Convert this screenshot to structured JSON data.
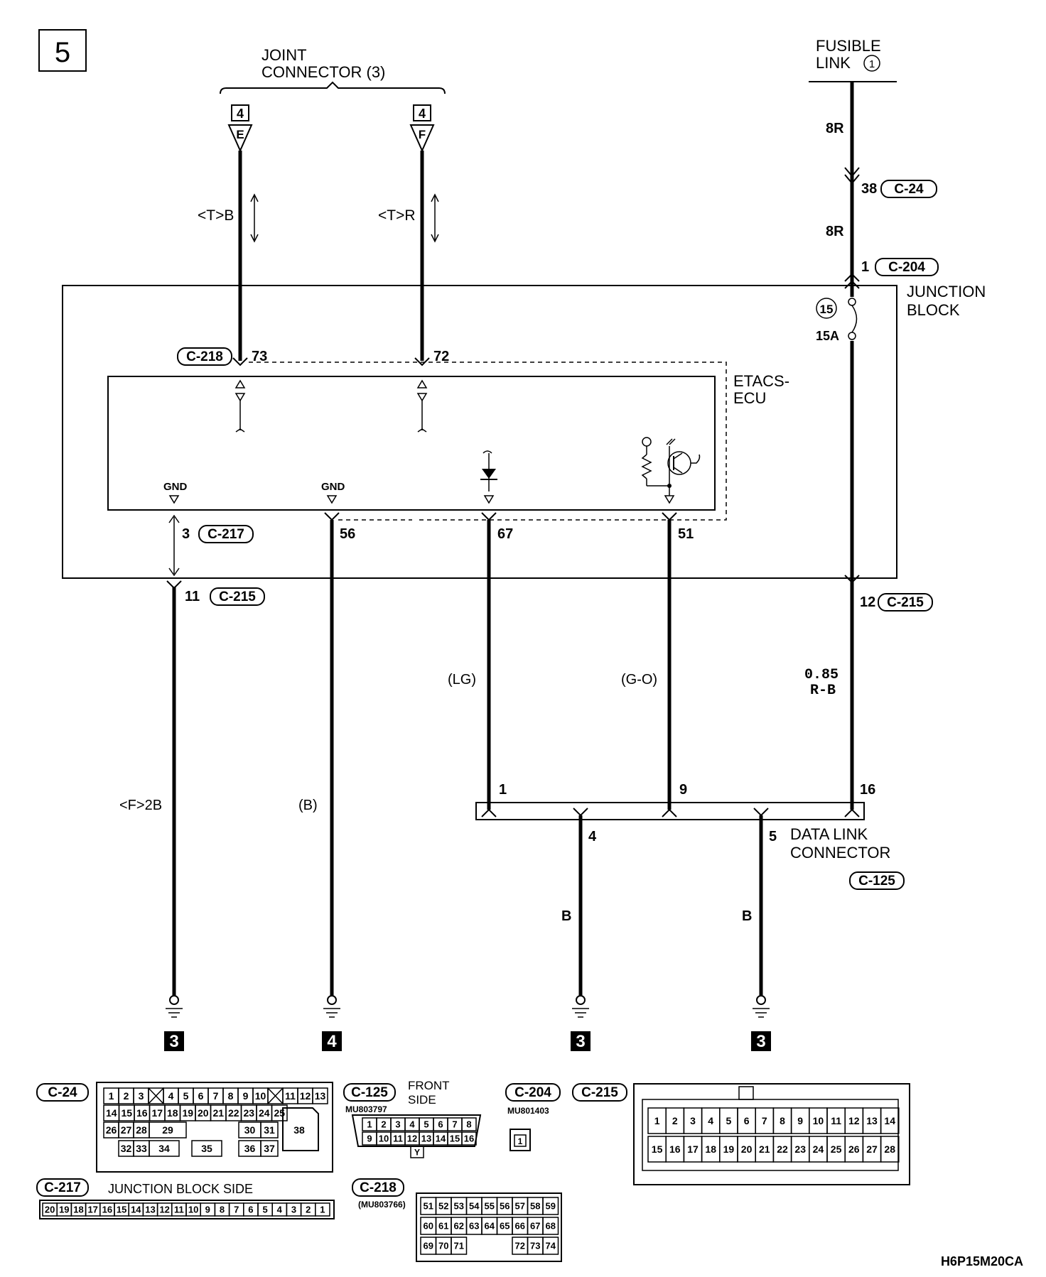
{
  "page_label": "5",
  "joint_connector": {
    "title_line1": "JOINT",
    "title_line2": "CONNECTOR (3)",
    "pin_left_ref": "4",
    "pin_left_letter": "E",
    "pin_right_ref": "4",
    "pin_right_letter": "F"
  },
  "fusible_link": {
    "line1": "FUSIBLE",
    "line2": "LINK",
    "num": "1"
  },
  "wires": {
    "w8r_top": "8R",
    "w8r_mid": "8R",
    "pin38": "38",
    "conn_c24": "C-24",
    "pin1": "1",
    "conn_c204": "C-204",
    "tb": "<T>B",
    "tr": "<T>R",
    "lg": "(LG)",
    "go": "(G-O)",
    "r085_a": "0.85",
    "r085_b": "R-B",
    "f2b": "<F>2B",
    "b_paren": "(B)",
    "b1": "B",
    "b2": "B"
  },
  "junction_block": {
    "line1": "JUNCTION",
    "line2": "BLOCK",
    "fuse_num": "15",
    "fuse_rating": "15A"
  },
  "etacs": {
    "line1": "ETACS-",
    "line2": "ECU",
    "gnd1": "GND",
    "gnd2": "GND"
  },
  "pins": {
    "c218": "C-218",
    "p73": "73",
    "p72": "72",
    "p3": "3",
    "c217": "C-217",
    "p56": "56",
    "p67": "67",
    "p51": "51",
    "p11": "11",
    "c215a": "C-215",
    "p12": "12",
    "c215b": "C-215",
    "d1": "1",
    "d9": "9",
    "d16": "16",
    "d4": "4",
    "d5": "5"
  },
  "dlc": {
    "line1": "DATA LINK",
    "line2": "CONNECTOR",
    "conn": "C-125"
  },
  "grounds": [
    "3",
    "4",
    "3",
    "3"
  ],
  "connector_views": {
    "c24": {
      "label": "C-24",
      "row1": [
        "1",
        "2",
        "3",
        "",
        "4",
        "5",
        "6",
        "7",
        "8",
        "9",
        "10",
        "",
        "11",
        "12",
        "13"
      ],
      "row2": [
        "14",
        "15",
        "16",
        "17",
        "18",
        "19",
        "20",
        "21",
        "22",
        "23",
        "24",
        "25"
      ],
      "row3": [
        "26",
        "27",
        "28",
        "29",
        "30",
        "31"
      ],
      "row4": [
        "32",
        "33",
        "34",
        "35",
        "36",
        "37"
      ],
      "big": "38"
    },
    "c125": {
      "label": "C-125",
      "side1": "FRONT",
      "side2": "SIDE",
      "part": "MU803797",
      "row1": [
        "1",
        "2",
        "3",
        "4",
        "5",
        "6",
        "7",
        "8"
      ],
      "row2": [
        "9",
        "10",
        "11",
        "12",
        "13",
        "14",
        "15",
        "16"
      ],
      "key": "Y"
    },
    "c204": {
      "label": "C-204",
      "part": "MU801403",
      "pin": "1"
    },
    "c215": {
      "label": "C-215",
      "row1": [
        "1",
        "2",
        "3",
        "4",
        "5",
        "6",
        "7",
        "8",
        "9",
        "10",
        "11",
        "12",
        "13",
        "14"
      ],
      "row2": [
        "15",
        "16",
        "17",
        "18",
        "19",
        "20",
        "21",
        "22",
        "23",
        "24",
        "25",
        "26",
        "27",
        "28"
      ]
    },
    "c217": {
      "label": "C-217",
      "caption": "JUNCTION BLOCK SIDE",
      "row": [
        "20",
        "19",
        "18",
        "17",
        "16",
        "15",
        "14",
        "13",
        "12",
        "11",
        "10",
        "9",
        "8",
        "7",
        "6",
        "5",
        "4",
        "3",
        "2",
        "1"
      ]
    },
    "c218": {
      "label": "C-218",
      "part": "(MU803766)",
      "row1": [
        "51",
        "52",
        "53",
        "54",
        "55",
        "56",
        "57",
        "58",
        "59"
      ],
      "row2": [
        "60",
        "61",
        "62",
        "63",
        "64",
        "65",
        "66",
        "67",
        "68"
      ],
      "row3": [
        "69",
        "70",
        "71",
        "",
        "",
        "",
        "72",
        "73",
        "74"
      ]
    }
  },
  "figure_code": "H6P15M20CA"
}
